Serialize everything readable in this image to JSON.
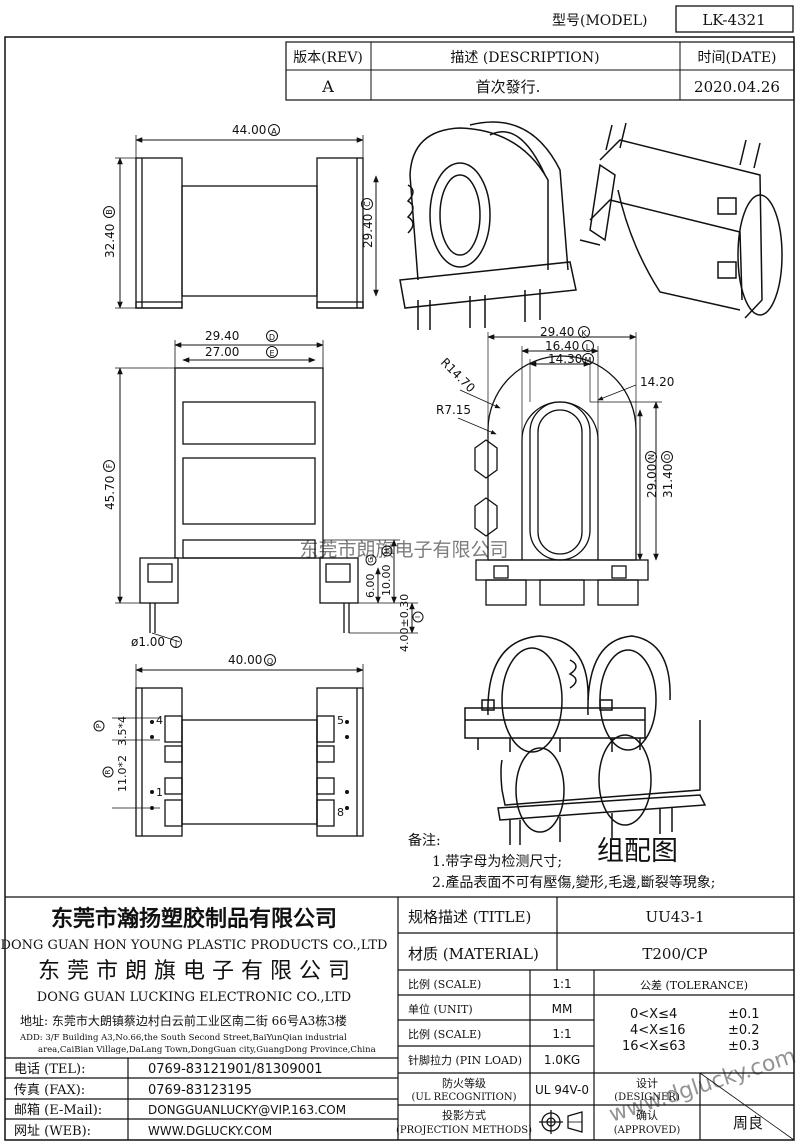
{
  "header": {
    "model_label": "型号(MODEL)",
    "model_value": "LK-4321"
  },
  "revision": {
    "rev_label": "版本(REV)",
    "desc_label": "描述 (DESCRIPTION)",
    "date_label": "时间(DATE)",
    "rev_value": "A",
    "desc_value": "首次發行.",
    "date_value": "2020.04.26"
  },
  "dimensions": {
    "top_width": "44.00",
    "top_width_mark": "A",
    "top_height": "32.40",
    "top_height_mark": "B",
    "top_flange": "29.40",
    "top_flange_mark": "C",
    "side_outer": "29.40",
    "side_outer_mark": "D",
    "side_inner": "27.00",
    "side_inner_mark": "E",
    "side_height": "45.70",
    "side_height_mark": "F",
    "side_g": "6.00",
    "side_g_mark": "G",
    "side_h": "10.00",
    "side_h_mark": "H",
    "pin_len": "4.00±0.30",
    "pin_len_mark": "I",
    "pin_dia": "ø1.00",
    "pin_dia_mark": "J",
    "front_k": "29.40",
    "front_k_mark": "K",
    "front_l": "16.40",
    "front_l_mark": "L",
    "front_m": "14.30",
    "front_m_mark": "M",
    "front_r1": "R14.70",
    "front_r2": "R7.15",
    "front_w": "14.20",
    "front_h1": "29.00",
    "front_h1_mark": "N",
    "front_h2": "31.40",
    "front_h2_mark": "O",
    "bottom_width": "40.00",
    "bottom_width_mark": "Q",
    "bottom_p_mark": "P",
    "bottom_p_value": "3.5*4",
    "bottom_r_mark": "R",
    "bottom_r_value": "11.0*2",
    "pin_4": "4",
    "pin_5": "5",
    "pin_1": "1",
    "pin_8": "8"
  },
  "watermark": "东莞市朗旗电子有限公司",
  "assembly_label": "组配图",
  "notes": {
    "title": "备注:",
    "line1": "1.带字母为检测尺寸;",
    "line2": "2.產品表面不可有壓傷,變形,毛邊,斷裂等現象;"
  },
  "company": {
    "name1_cn": "东莞市瀚扬塑胶制品有限公司",
    "name1_en": "DONG GUAN HON YOUNG PLASTIC PRODUCTS CO.,LTD",
    "name2_cn": "东 莞 市 朗 旗 电 子 有 限 公 司",
    "name2_en": "DONG GUAN LUCKING ELECTRONIC CO.,LTD",
    "addr_cn": "地址: 东莞市大朗镇蔡边村白云前工业区南二街 66号A3栋3楼",
    "addr_en1": "ADD: 3/F Building A3,No.66,the South Second Street,BaiYunQian industrial",
    "addr_en2": "area,CaiBian Village,DaLang Town,DongGuan city,GuangDong Province,China"
  },
  "contacts": [
    {
      "label": "电话 (TEL):",
      "value": "0769-83121901/81309001"
    },
    {
      "label": "传真 (FAX):",
      "value": "0769-83123195"
    },
    {
      "label": "邮箱 (E-Mail):",
      "value": "DONGGUANLUCKY@VIP.163.COM"
    },
    {
      "label": "网址 (WEB):",
      "value": "WWW.DGLUCKY.COM"
    }
  ],
  "spec": {
    "title_label": "规格描述 (TITLE)",
    "title_value": "UU43-1",
    "material_label": "材质 (MATERIAL)",
    "material_value": "T200/CP",
    "scale_label": "比例 (SCALE)",
    "scale_value": "1:1",
    "unit_label": "单位 (UNIT)",
    "unit_value": "MM",
    "scale2_label": "比例 (SCALE)",
    "scale2_value": "1:1",
    "pinload_label": "针脚拉力 (PIN LOAD)",
    "pinload_value": "1.0KG",
    "ul_label1": "防火等级",
    "ul_label2": "(UL RECOGNITION)",
    "ul_value": "UL 94V-0",
    "proj_label1": "投影方式",
    "proj_label2": "(PROJECTION METHODS)",
    "tol_label": "公差 (TOLERANCE)",
    "tol_rows": [
      {
        "range": "0<X≤4",
        "value": "±0.1"
      },
      {
        "range": "4<X≤16",
        "value": "±0.2"
      },
      {
        "range": "16<X≤63",
        "value": "±0.3"
      }
    ],
    "design_label1": "设计",
    "design_label2": "(DESIGNER)",
    "approved_label1": "确认",
    "approved_label2": "(APPROVED)",
    "approved_value": "周良",
    "web_watermark": "www.dglucky.com"
  }
}
